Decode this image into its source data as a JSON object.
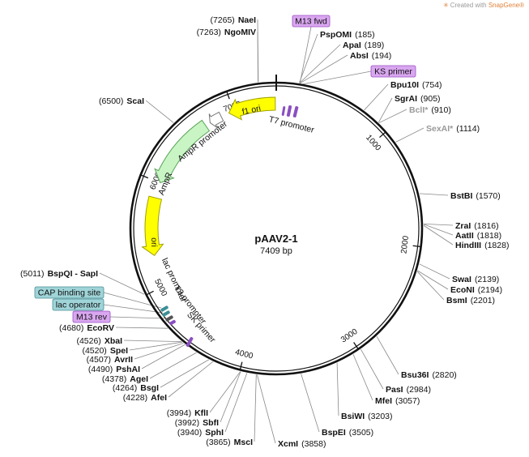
{
  "credit": {
    "text": "Created with ",
    "brand": "SnapGene®"
  },
  "plasmid": {
    "name": "pAAV2-1",
    "size_label": "7409 bp",
    "length": 7409
  },
  "ticks": [
    {
      "pos": 1000,
      "label": "1000"
    },
    {
      "pos": 2000,
      "label": "2000"
    },
    {
      "pos": 3000,
      "label": "3000"
    },
    {
      "pos": 4000,
      "label": "4000"
    },
    {
      "pos": 5000,
      "label": "5000"
    },
    {
      "pos": 6000,
      "label": "6000"
    },
    {
      "pos": 7000,
      "label": "7000"
    }
  ],
  "sites": [
    {
      "id": "naei",
      "name": "NaeI",
      "pos_label": "(7265)",
      "pos": 7265,
      "side": "L",
      "grey": false
    },
    {
      "id": "ngomiv",
      "name": "NgoMIV",
      "pos_label": "(7263)",
      "pos": 7263,
      "side": "L",
      "grey": false
    },
    {
      "id": "scai",
      "name": "ScaI",
      "pos_label": "(6500)",
      "pos": 6500,
      "side": "L",
      "grey": false
    },
    {
      "id": "pspomi",
      "name": "PspOMI",
      "pos_label": "(185)",
      "pos": 185,
      "side": "R",
      "grey": false
    },
    {
      "id": "apai",
      "name": "ApaI",
      "pos_label": "(189)",
      "pos": 189,
      "side": "R",
      "grey": false
    },
    {
      "id": "absi",
      "name": "AbsI",
      "pos_label": "(194)",
      "pos": 194,
      "side": "R",
      "grey": false
    },
    {
      "id": "bpu10i",
      "name": "Bpu10I",
      "pos_label": "(754)",
      "pos": 754,
      "side": "R",
      "grey": false
    },
    {
      "id": "sgrai",
      "name": "SgrAI",
      "pos_label": "(905)",
      "pos": 905,
      "side": "R",
      "grey": false
    },
    {
      "id": "bcli",
      "name": "BclI*",
      "pos_label": "(910)",
      "pos": 910,
      "side": "R",
      "grey": true
    },
    {
      "id": "sexai",
      "name": "SexAI*",
      "pos_label": "(1114)",
      "pos": 1114,
      "side": "R",
      "grey": true
    },
    {
      "id": "bstbi",
      "name": "BstBI",
      "pos_label": "(1570)",
      "pos": 1570,
      "side": "R",
      "grey": false
    },
    {
      "id": "zrai",
      "name": "ZraI",
      "pos_label": "(1816)",
      "pos": 1816,
      "side": "R",
      "grey": false
    },
    {
      "id": "aatii",
      "name": "AatII",
      "pos_label": "(1818)",
      "pos": 1818,
      "side": "R",
      "grey": false
    },
    {
      "id": "hindiii",
      "name": "HindIII",
      "pos_label": "(1828)",
      "pos": 1828,
      "side": "R",
      "grey": false
    },
    {
      "id": "swai",
      "name": "SwaI",
      "pos_label": "(2139)",
      "pos": 2139,
      "side": "R",
      "grey": false
    },
    {
      "id": "econi",
      "name": "EcoNI",
      "pos_label": "(2194)",
      "pos": 2194,
      "side": "R",
      "grey": false
    },
    {
      "id": "bsmi",
      "name": "BsmI",
      "pos_label": "(2201)",
      "pos": 2201,
      "side": "R",
      "grey": false
    },
    {
      "id": "bsu36i",
      "name": "Bsu36I",
      "pos_label": "(2820)",
      "pos": 2820,
      "side": "R",
      "grey": false
    },
    {
      "id": "pasi",
      "name": "PasI",
      "pos_label": "(2984)",
      "pos": 2984,
      "side": "R",
      "grey": false
    },
    {
      "id": "mfei",
      "name": "MfeI",
      "pos_label": "(3057)",
      "pos": 3057,
      "side": "R",
      "grey": false
    },
    {
      "id": "bsiwi",
      "name": "BsiWI",
      "pos_label": "(3203)",
      "pos": 3203,
      "side": "R",
      "grey": false
    },
    {
      "id": "bspei",
      "name": "BspEI",
      "pos_label": "(3505)",
      "pos": 3505,
      "side": "R",
      "grey": false
    },
    {
      "id": "xcmi",
      "name": "XcmI",
      "pos_label": "(3858)",
      "pos": 3858,
      "side": "R",
      "grey": false
    },
    {
      "id": "msci",
      "name": "MscI",
      "pos_label": "(3865)",
      "pos": 3865,
      "side": "L",
      "grey": false
    },
    {
      "id": "sphi",
      "name": "SphI",
      "pos_label": "(3940)",
      "pos": 3940,
      "side": "L",
      "grey": false
    },
    {
      "id": "sbfi",
      "name": "SbfI",
      "pos_label": "(3992)",
      "pos": 3992,
      "side": "L",
      "grey": false
    },
    {
      "id": "kfli",
      "name": "KflI",
      "pos_label": "(3994)",
      "pos": 3994,
      "side": "L",
      "grey": false
    },
    {
      "id": "afei",
      "name": "AfeI",
      "pos_label": "(4228)",
      "pos": 4228,
      "side": "L",
      "grey": false
    },
    {
      "id": "bsgi",
      "name": "BsgI",
      "pos_label": "(4264)",
      "pos": 4264,
      "side": "L",
      "grey": false
    },
    {
      "id": "agei",
      "name": "AgeI",
      "pos_label": "(4378)",
      "pos": 4378,
      "side": "L",
      "grey": false
    },
    {
      "id": "pshai",
      "name": "PshAI",
      "pos_label": "(4490)",
      "pos": 4490,
      "side": "L",
      "grey": false
    },
    {
      "id": "avrii",
      "name": "AvrII",
      "pos_label": "(4507)",
      "pos": 4507,
      "side": "L",
      "grey": false
    },
    {
      "id": "spei",
      "name": "SpeI",
      "pos_label": "(4520)",
      "pos": 4520,
      "side": "L",
      "grey": false
    },
    {
      "id": "xbai",
      "name": "XbaI",
      "pos_label": "(4526)",
      "pos": 4526,
      "side": "L",
      "grey": false
    },
    {
      "id": "ecorv",
      "name": "EcoRV",
      "pos_label": "(4680)",
      "pos": 4680,
      "side": "L",
      "grey": false
    },
    {
      "id": "bspqi",
      "name": "BspQI - SapI",
      "pos_label": "(5011)",
      "pos": 5011,
      "side": "L",
      "grey": false
    }
  ],
  "primer_boxes": [
    {
      "id": "m13-fwd",
      "text": "M13 fwd",
      "pos": 140,
      "fill": "#d9a6f0",
      "stroke": "#9a4fc2"
    },
    {
      "id": "ks-primer",
      "text": "KS primer",
      "pos": 260,
      "fill": "#d9a6f0",
      "stroke": "#9a4fc2"
    },
    {
      "id": "cap-binding-site",
      "text": "CAP binding site",
      "pos": 5160,
      "fill": "#9fd4d8",
      "stroke": "#4b8f95"
    },
    {
      "id": "lac-operator",
      "text": "lac operator",
      "pos": 5120,
      "fill": "#9fd4d8",
      "stroke": "#4b8f95"
    },
    {
      "id": "m13-rev",
      "text": "M13 rev",
      "pos": 5080,
      "fill": "#d9a6f0",
      "stroke": "#9a4fc2"
    }
  ],
  "features": [
    {
      "id": "f1-ori",
      "label": "f1 ori",
      "start": 7400,
      "end": 6950,
      "fill": "#ffff00",
      "stroke": "#a0a000"
    },
    {
      "id": "ampr-promoter",
      "label": "AmpR promoter",
      "start": 6870,
      "end": 6750,
      "fill": "#ffffff",
      "stroke": "#777777"
    },
    {
      "id": "ampr",
      "label": "AmpR",
      "start": 6700,
      "end": 6000,
      "fill": "#c9f5c4",
      "stroke": "#5aa35a"
    },
    {
      "id": "ori",
      "label": "ori",
      "start": 5850,
      "end": 5300,
      "fill": "#ffff00",
      "stroke": "#a0a000"
    }
  ],
  "inner_labels": [
    {
      "id": "t7-promoter",
      "text": "T7 promoter"
    },
    {
      "id": "lac-promoter",
      "text": "lac promoter"
    },
    {
      "id": "t3-promoter",
      "text": "T3 promoter"
    },
    {
      "id": "sk-primer",
      "text": "SK primer"
    }
  ]
}
